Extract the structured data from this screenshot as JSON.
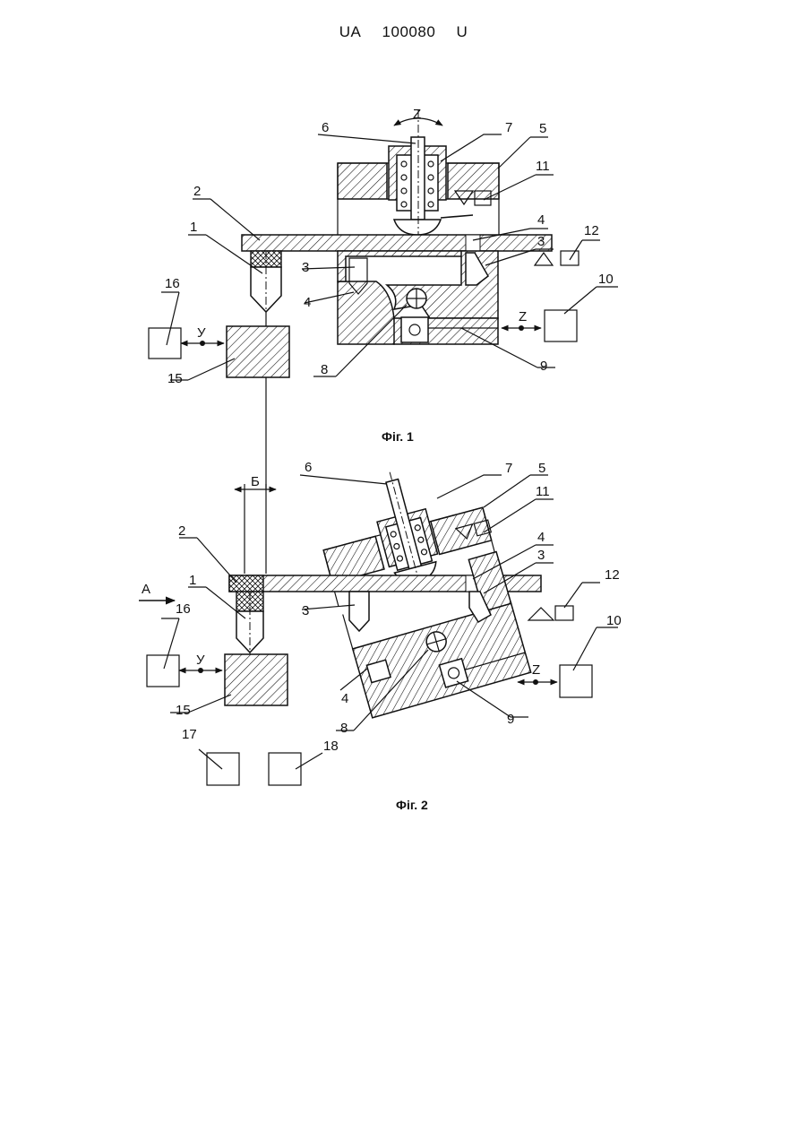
{
  "header": {
    "country": "UA",
    "number": "100080",
    "kind": "U"
  },
  "figures": [
    {
      "caption": "Фіг. 1",
      "labels": [
        "1",
        "2",
        "3",
        "3",
        "4",
        "4",
        "5",
        "6",
        "7",
        "8",
        "9",
        "10",
        "11",
        "12",
        "15",
        "16"
      ],
      "axes": [
        "Z",
        "Z",
        "У"
      ]
    },
    {
      "caption": "Фіг. 2",
      "labels": [
        "1",
        "2",
        "3",
        "3",
        "4",
        "4",
        "5",
        "6",
        "7",
        "8",
        "9",
        "10",
        "11",
        "12",
        "15",
        "16",
        "17",
        "18"
      ],
      "axes": [
        "Z",
        "У",
        "Б",
        "А"
      ]
    }
  ]
}
